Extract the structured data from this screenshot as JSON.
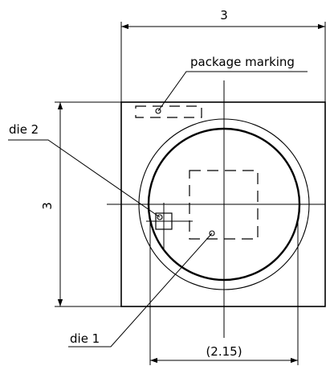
{
  "dimensions": {
    "width_top": "3",
    "height_left": "3",
    "bottom_ref": "(2.15)"
  },
  "callouts": {
    "package_marking": "package marking",
    "die_2": "die 2",
    "die_1": "die 1"
  }
}
